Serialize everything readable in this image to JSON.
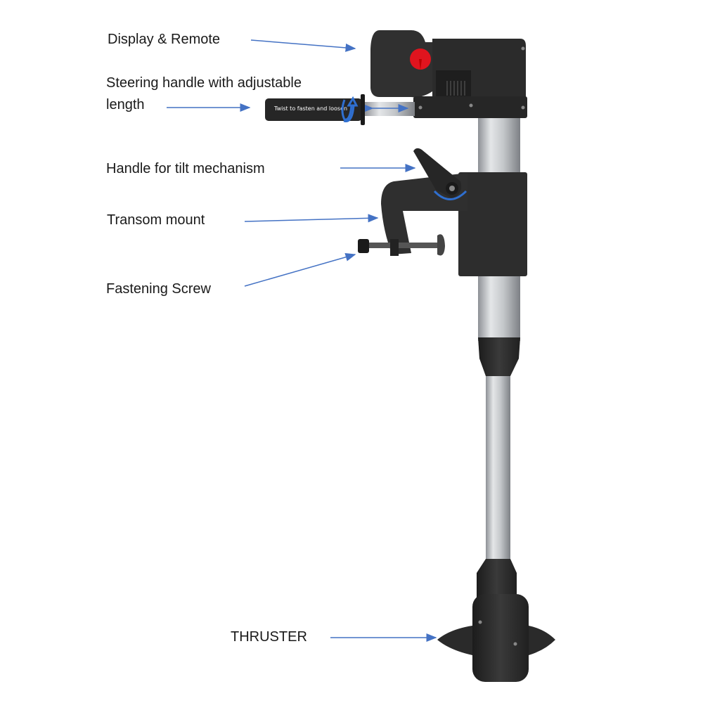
{
  "labels": {
    "display_remote": "Display & Remote",
    "steering_line1": "Steering handle with adjustable",
    "steering_line2": "length",
    "tilt_handle": "Handle for tilt mechanism",
    "transom_mount": "Transom mount",
    "fastening_screw": "Fastening Screw",
    "thruster": "THRUSTER"
  },
  "grip_text": "Twist to fasten and loosen",
  "colors": {
    "arrow": "#4472c4",
    "body": "#2b2b2b",
    "knob": "#e0141e",
    "shaft": "#b8bbbf"
  }
}
